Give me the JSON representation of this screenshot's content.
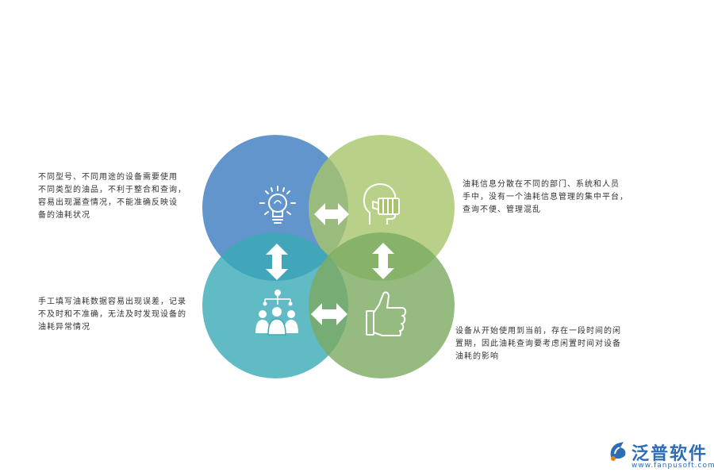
{
  "texts": {
    "top_left": "不同型号、不同用途的设备需要使用\n不同类型的油品，不利于整合和查询，\n容易出现漏查情况，不能准确反映设\n备的油耗状况",
    "top_right": "油耗信息分散在不同的部门、系统和人员\n手中，没有一个油耗信息管理的集中平台，\n查询不便、管理混乱",
    "bottom_left": "手工填写油耗数据容易出现误差，记录\n不及时和不准确，无法及时发现设备的\n油耗异常情况",
    "bottom_right": "设备从开始使用到当前，存在一段时间的闲\n置期，因此油耗查询要考虑闲置时间对设备\n油耗的影响"
  },
  "circles": [
    {
      "name": "circle-top-left",
      "color": "#3a7bbf",
      "icon": "lightbulb-icon"
    },
    {
      "name": "circle-top-right",
      "color": "#a8c46a",
      "icon": "head-hand-icon"
    },
    {
      "name": "circle-bottom-left",
      "color": "#3aaab5",
      "icon": "team-network-icon"
    },
    {
      "name": "circle-bottom-right",
      "color": "#7aaa62",
      "icon": "thumbs-up-icon"
    }
  ],
  "logo": {
    "name": "泛普软件",
    "url": "www.fanpusoft.com"
  }
}
